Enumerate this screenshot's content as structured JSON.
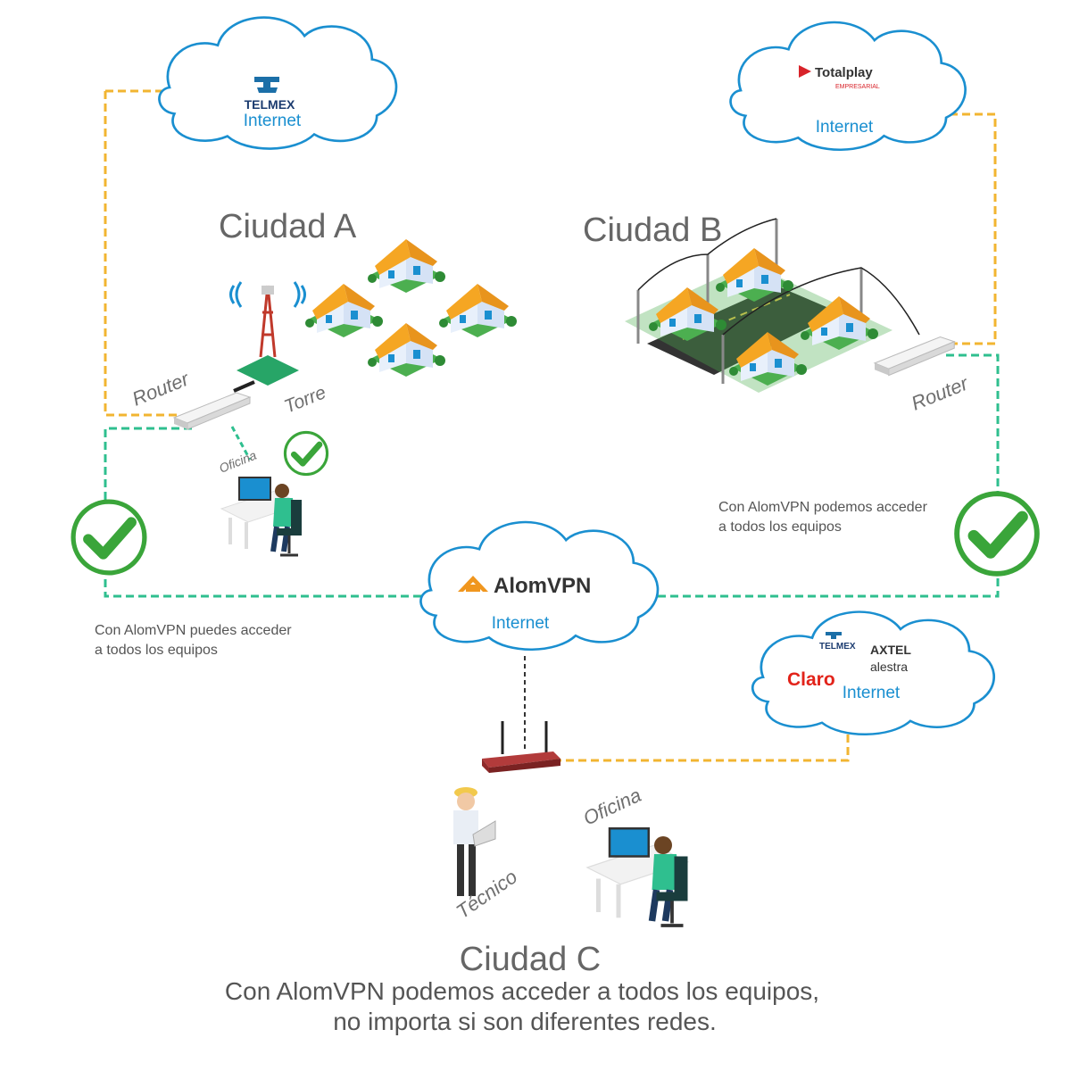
{
  "clouds": {
    "telmex": {
      "brand": "TELMEX",
      "label": "Internet"
    },
    "totalplay": {
      "brand": "Totalplay",
      "sub": "EMPRESARIAL",
      "label": "Internet"
    },
    "alomvpn": {
      "brand": "AlomVPN",
      "label": "Internet"
    },
    "multi": {
      "brand_telmex": "TELMEX",
      "brand_axtel": "AXTEL",
      "brand_alestra": "alestra",
      "brand_claro": "Claro",
      "label": "Internet"
    }
  },
  "cities": {
    "a": {
      "title": "Ciudad A",
      "router": "Router",
      "tower": "Torre",
      "office": "Oficina"
    },
    "b": {
      "title": "Ciudad B",
      "router": "Router"
    },
    "c": {
      "title": "Ciudad C",
      "office": "Oficina",
      "tech": "Técnico"
    }
  },
  "notes": {
    "left_line1": "Con AlomVPN puedes acceder",
    "left_line2": "a todos los equipos",
    "right_line1": "Con AlomVPN podemos acceder",
    "right_line2": "a todos los equipos"
  },
  "bottom": {
    "line1": "Con AlomVPN podemos acceder a todos los equipos,",
    "line2": "no importa si son diferentes redes."
  },
  "colors": {
    "wan_link": "#f2b531",
    "vpn_link": "#2fbf8f",
    "check_green": "#3aa53a",
    "cloud_text": "#1a8fd0",
    "alom_orange": "#f0961e"
  }
}
